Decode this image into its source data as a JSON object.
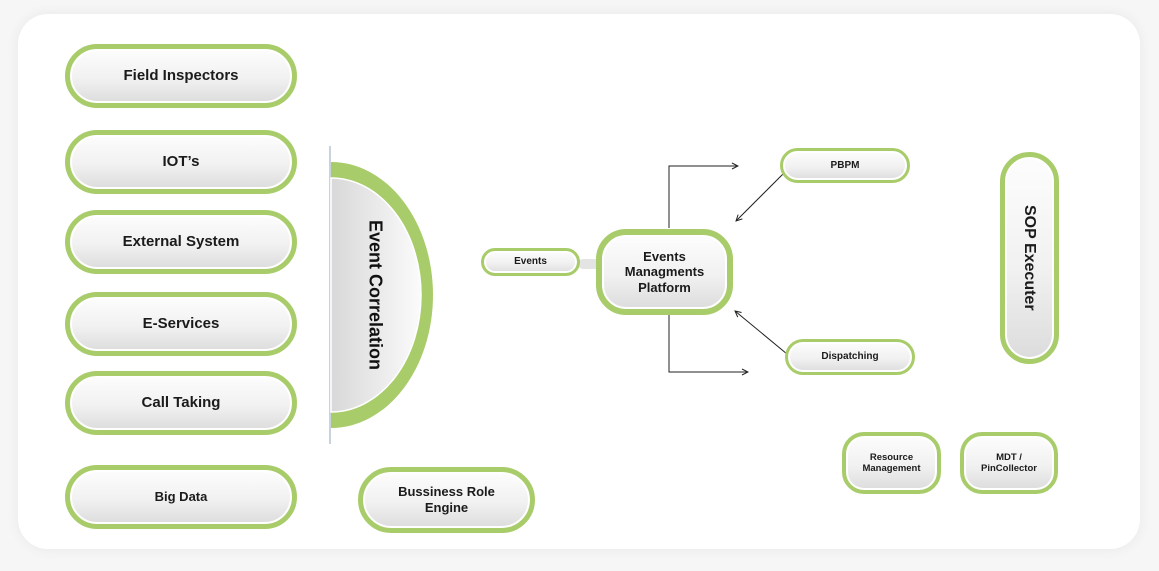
{
  "diagram": {
    "accent_color": "#a9cc6a",
    "sources": [
      {
        "label": "Field Inspectors"
      },
      {
        "label": "IOT’s"
      },
      {
        "label": "External System"
      },
      {
        "label": "E-Services"
      },
      {
        "label": "Call Taking"
      },
      {
        "label": "Big Data"
      }
    ],
    "event_correlation": {
      "label": "Event Correlation"
    },
    "business_rule_engine": {
      "label": "Bussiness Role Engine"
    },
    "events": {
      "label": "Events"
    },
    "platform": {
      "line1": "Events",
      "line2": "Managments",
      "line3": "Platform"
    },
    "pbpm": {
      "label": "PBPM"
    },
    "dispatching": {
      "label": "Dispatching"
    },
    "sop_executer": {
      "label": "SOP Executer"
    },
    "resource_management": {
      "line1": "Resource",
      "line2": "Management"
    },
    "mdt": {
      "line1": "MDT /",
      "line2": "PinCollector"
    }
  }
}
